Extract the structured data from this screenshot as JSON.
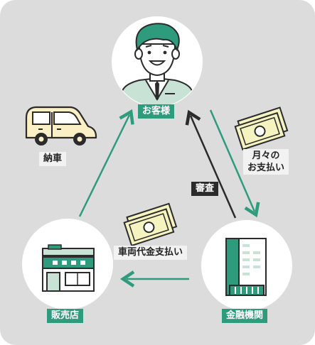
{
  "nodes": {
    "customer": "お客様",
    "dealer": "販売店",
    "bank": "金融機関"
  },
  "flows": {
    "delivery": "納車",
    "monthly_line1": "月々の",
    "monthly_line2": "お支払い",
    "screening": "審査",
    "vehicle_payment": "車両代金支払い"
  },
  "colors": {
    "panel": "#dcdcdc",
    "accent_green": "#2e9b7c",
    "dark": "#2b2b2b",
    "outline": "#2b2b2b",
    "car": "#fbefc6",
    "money": "#f5f3c0"
  },
  "icons": {
    "customer": "person-avatar-icon",
    "dealer": "shop-building-icon",
    "bank": "office-building-icon",
    "car": "car-icon",
    "money": "banknote-icon"
  }
}
